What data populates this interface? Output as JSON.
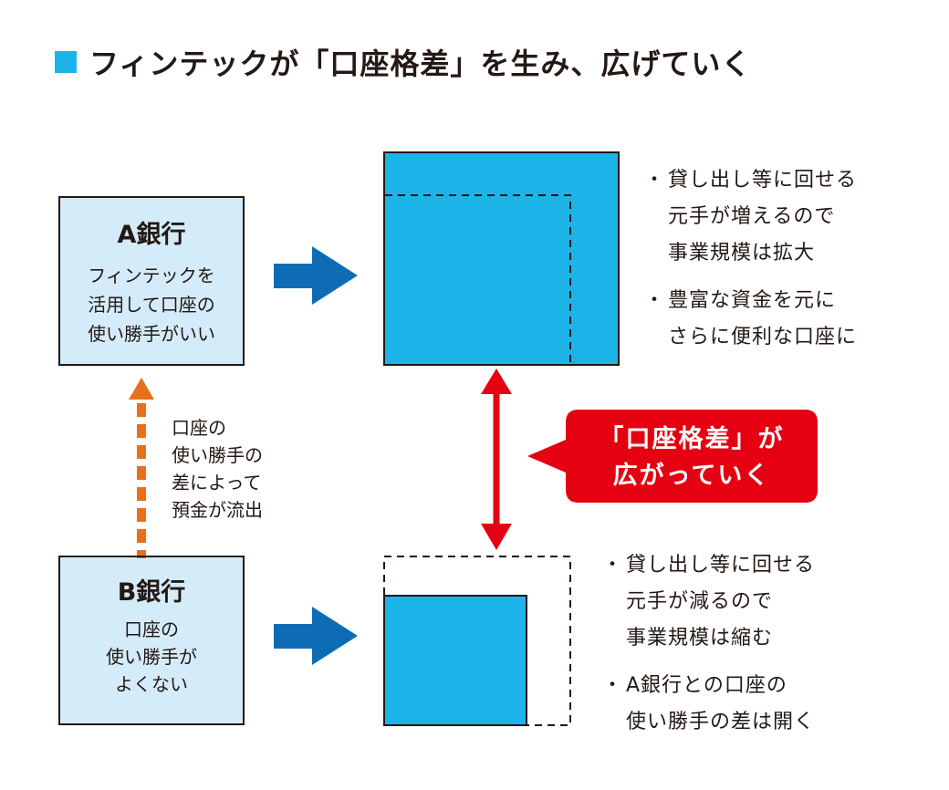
{
  "title": {
    "text": "フィンテックが「口座格差」を生み、広げていく"
  },
  "colors": {
    "accent_blue": "#1cb4e8",
    "box_fill": "#d4ecf9",
    "arrow_blue": "#0d6cb3",
    "arrow_orange": "#e8701a",
    "arrow_red": "#e50012",
    "text_dark": "#231815",
    "dashed_gray": "#231815"
  },
  "bank_a": {
    "name": "A銀行",
    "description": "フィンテックを\n活用して口座の\n使い勝手がいい"
  },
  "bank_b": {
    "name": "B銀行",
    "description": "口座の\n使い勝手が\nよくない"
  },
  "flow_note": {
    "text": "口座の\n使い勝手の\n差によって\n預金が流出"
  },
  "bullets_a": [
    {
      "dot": "・",
      "text": "貸し出し等に回せる\n元手が増えるので\n事業規模は拡大"
    },
    {
      "dot": "・",
      "text": "豊富な資金を元に\nさらに便利な口座に"
    }
  ],
  "bullets_b": [
    {
      "dot": "・",
      "text": "貸し出し等に回せる\n元手が減るので\n事業規模は縮む"
    },
    {
      "dot": "・",
      "text": "A銀行との口座の\n使い勝手の差は開く"
    }
  ],
  "callout": {
    "text": "「口座格差」が\n広がっていく"
  },
  "icons": {
    "title_marker": "square-marker-icon",
    "blue_arrow": "right-arrow-icon",
    "orange_arrow": "up-dashed-arrow-icon",
    "red_arrow": "double-headed-arrow-icon"
  }
}
